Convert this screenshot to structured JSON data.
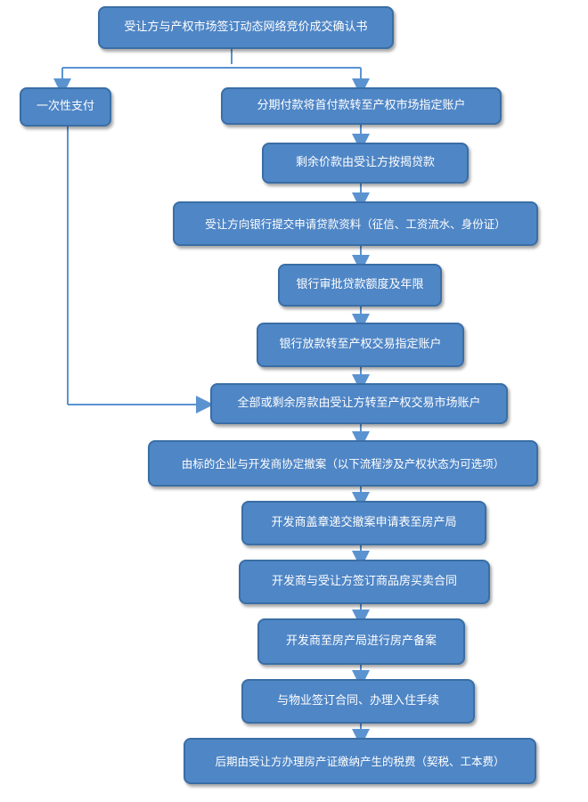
{
  "flowchart": {
    "top": "受让方与产权市场签订动态网络竞价成交确认书",
    "one_time": "一次性支付",
    "installment": "分期付款将首付款转至产权市场指定账户",
    "remaining_loan": "剩余价款由受让方按揭贷款",
    "bank_submit": "受让方向银行提交申请贷款资料（征信、工资流水、身份证）",
    "bank_approve": "银行审批贷款额度及年限",
    "bank_loan": "银行放款转至产权交易指定账户",
    "transfer": "全部或剩余房款由受让方转至产权交易市场账户",
    "negotiate": "由标的企业与开发商协定撤案（以下流程涉及产权状态为可选项）",
    "stamp": "开发商盖章递交撤案申请表至房产局",
    "contract": "开发商与受让方签订商品房买卖合同",
    "filing": "开发商至房产局进行房产备案",
    "property": "与物业签订合同、办理入住手续",
    "tax": "后期由受让方办理房产证缴纳产生的税费（契税、工本费）"
  },
  "colors": {
    "box_fill": "#4f86c6",
    "box_border": "#3a6ea5",
    "arrow": "#5b93d1"
  }
}
